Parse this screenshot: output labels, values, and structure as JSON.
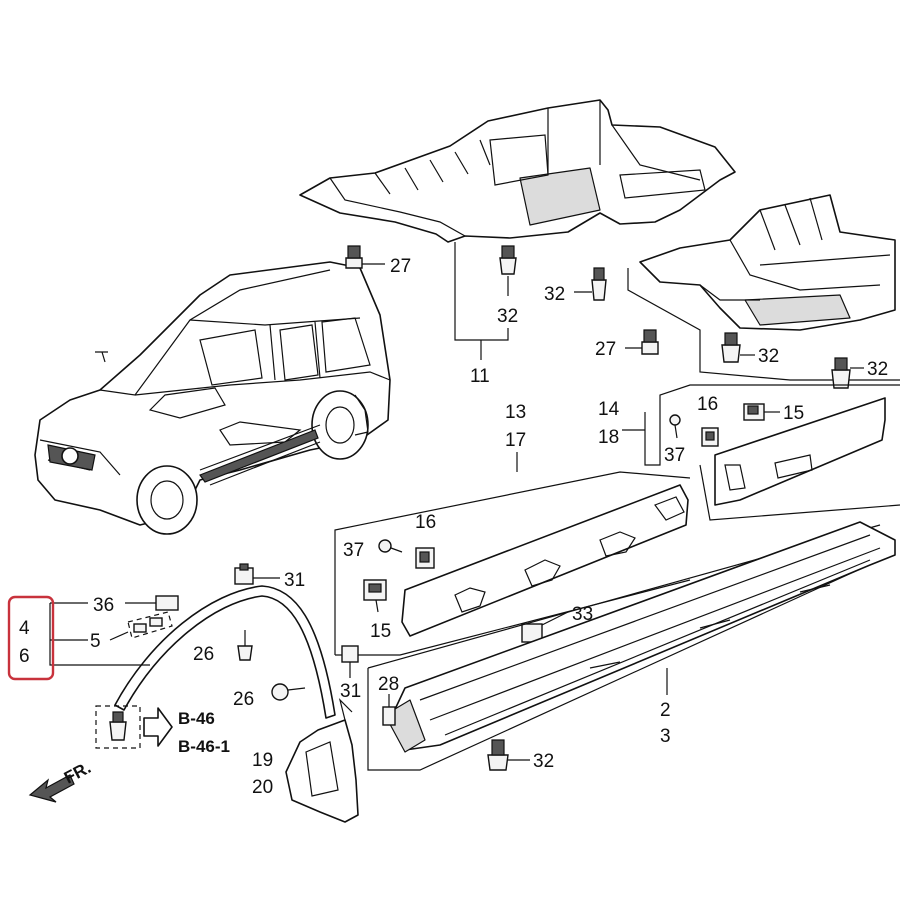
{
  "labels": {
    "n27a": "27",
    "n32a": "32",
    "n11": "11",
    "n32b": "32",
    "n27b": "27",
    "n32c": "32",
    "n32d": "32",
    "n13": "13",
    "n17": "17",
    "n14": "14",
    "n18": "18",
    "n16a": "16",
    "n15a": "15",
    "n37a": "37",
    "n16b": "16",
    "n37b": "37",
    "n15b": "15",
    "n33": "33",
    "n2": "2",
    "n3": "3",
    "n31a": "31",
    "n36": "36",
    "n4": "4",
    "n6": "6",
    "n5": "5",
    "n26a": "26",
    "n26b": "26",
    "n31b": "31",
    "n28": "28",
    "n32e": "32",
    "n19": "19",
    "n20": "20"
  },
  "refs": {
    "b46": "B-46",
    "b461": "B-46-1"
  },
  "direction": {
    "fr": "FR."
  },
  "colors": {
    "line": "#111111",
    "highlight": "#c8323c",
    "fill": "#ffffff",
    "shade": "#dcdcdc"
  }
}
